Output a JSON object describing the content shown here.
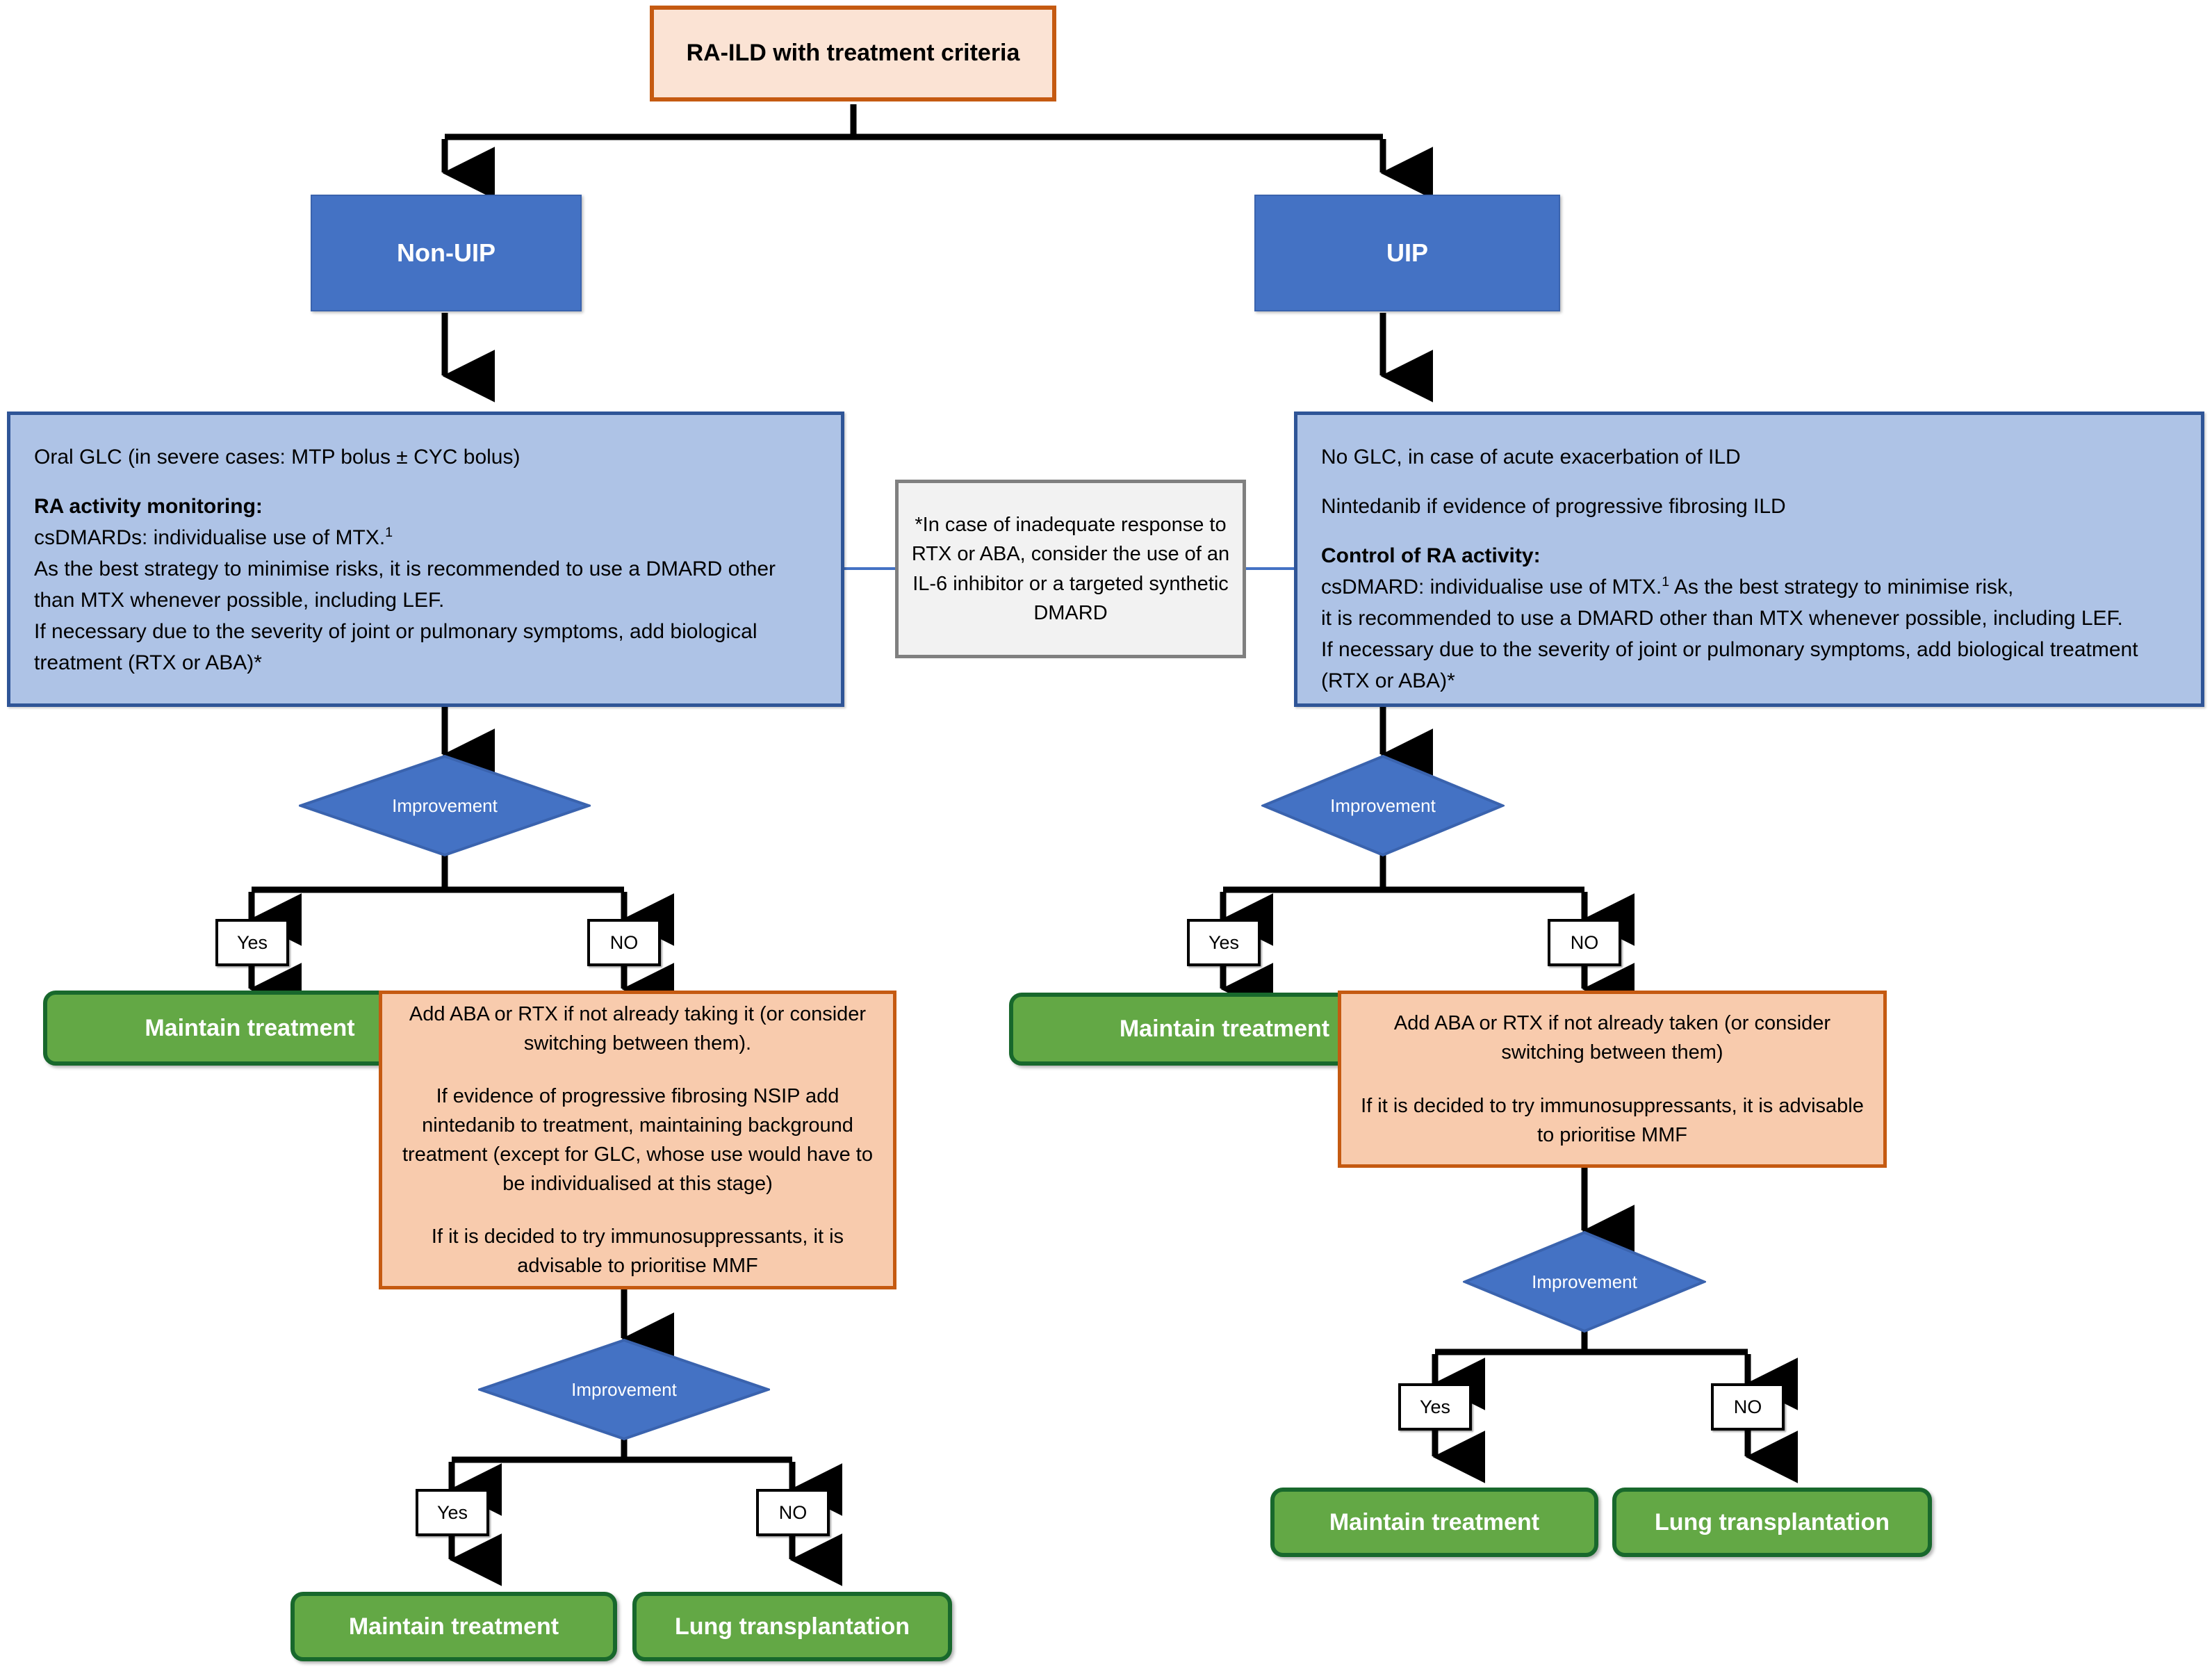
{
  "diagram": {
    "title": "RA-ILD treatment algorithm flowchart",
    "colors": {
      "peach_fill": "#fbe3d4",
      "orange_border": "#c55a11",
      "orange_fill": "#f8cbad",
      "blue_dark": "#4472c4",
      "blue_panel_fill": "#aec3e6",
      "blue_panel_border": "#2f5597",
      "green_fill": "#63a845",
      "green_border": "#18682c",
      "grey_fill": "#f2f2f2",
      "grey_border": "#808080"
    }
  },
  "head": {
    "label": "RA-ILD with treatment criteria"
  },
  "branches": {
    "left": {
      "label": "Non-UIP"
    },
    "right": {
      "label": "UIP"
    }
  },
  "left_panel": {
    "line1": "Oral GLC (in severe cases: MTP bolus ± CYC bolus)",
    "heading": "RA activity monitoring:",
    "body_line1_pre": "csDMARDs: individualise use of MTX.",
    "body_line1_sup": "1",
    "body_line2": "As the best strategy to minimise risks, it is recommended to use a DMARD other than MTX whenever possible, including LEF.",
    "body_line3": "If necessary due to the severity of joint or pulmonary symptoms, add biological treatment (RTX or ABA)*"
  },
  "right_panel": {
    "line1": "No GLC, in case of acute exacerbation of ILD",
    "line2": "Nintedanib if evidence of progressive fibrosing ILD",
    "heading": "Control of RA activity:",
    "body_line1_pre": "csDMARD: individualise use of MTX.",
    "body_line1_sup": "1",
    "body_line1_post": " As the best strategy to minimise risk,",
    "body_line2": "it is recommended to use a DMARD other than MTX whenever possible, including LEF.",
    "body_line3": "If necessary due to the severity of joint or pulmonary symptoms, add biological treatment (RTX or ABA)*"
  },
  "footnote": {
    "text": "*In case of inadequate response to RTX or ABA, consider the use of an IL-6 inhibitor or a targeted synthetic DMARD"
  },
  "decisions": {
    "improvement_label": "Improvement",
    "yes_label": "Yes",
    "no_label": "NO"
  },
  "terminals": {
    "maintain": "Maintain treatment",
    "transplant": "Lung transplantation"
  },
  "left_orange": {
    "para1": "Add ABA or RTX if not already taking it (or consider switching between them).",
    "para2": "If evidence of progressive fibrosing NSIP add nintedanib to treatment, maintaining background treatment (except for GLC, whose use would have to be individualised at this stage)",
    "para3": "If it is decided to try immunosuppressants, it is advisable to prioritise MMF"
  },
  "right_orange": {
    "para1": "Add ABA or RTX if not already taken (or consider switching between them)",
    "para2": "If it is decided to try immunosuppressants, it is advisable to prioritise MMF"
  }
}
